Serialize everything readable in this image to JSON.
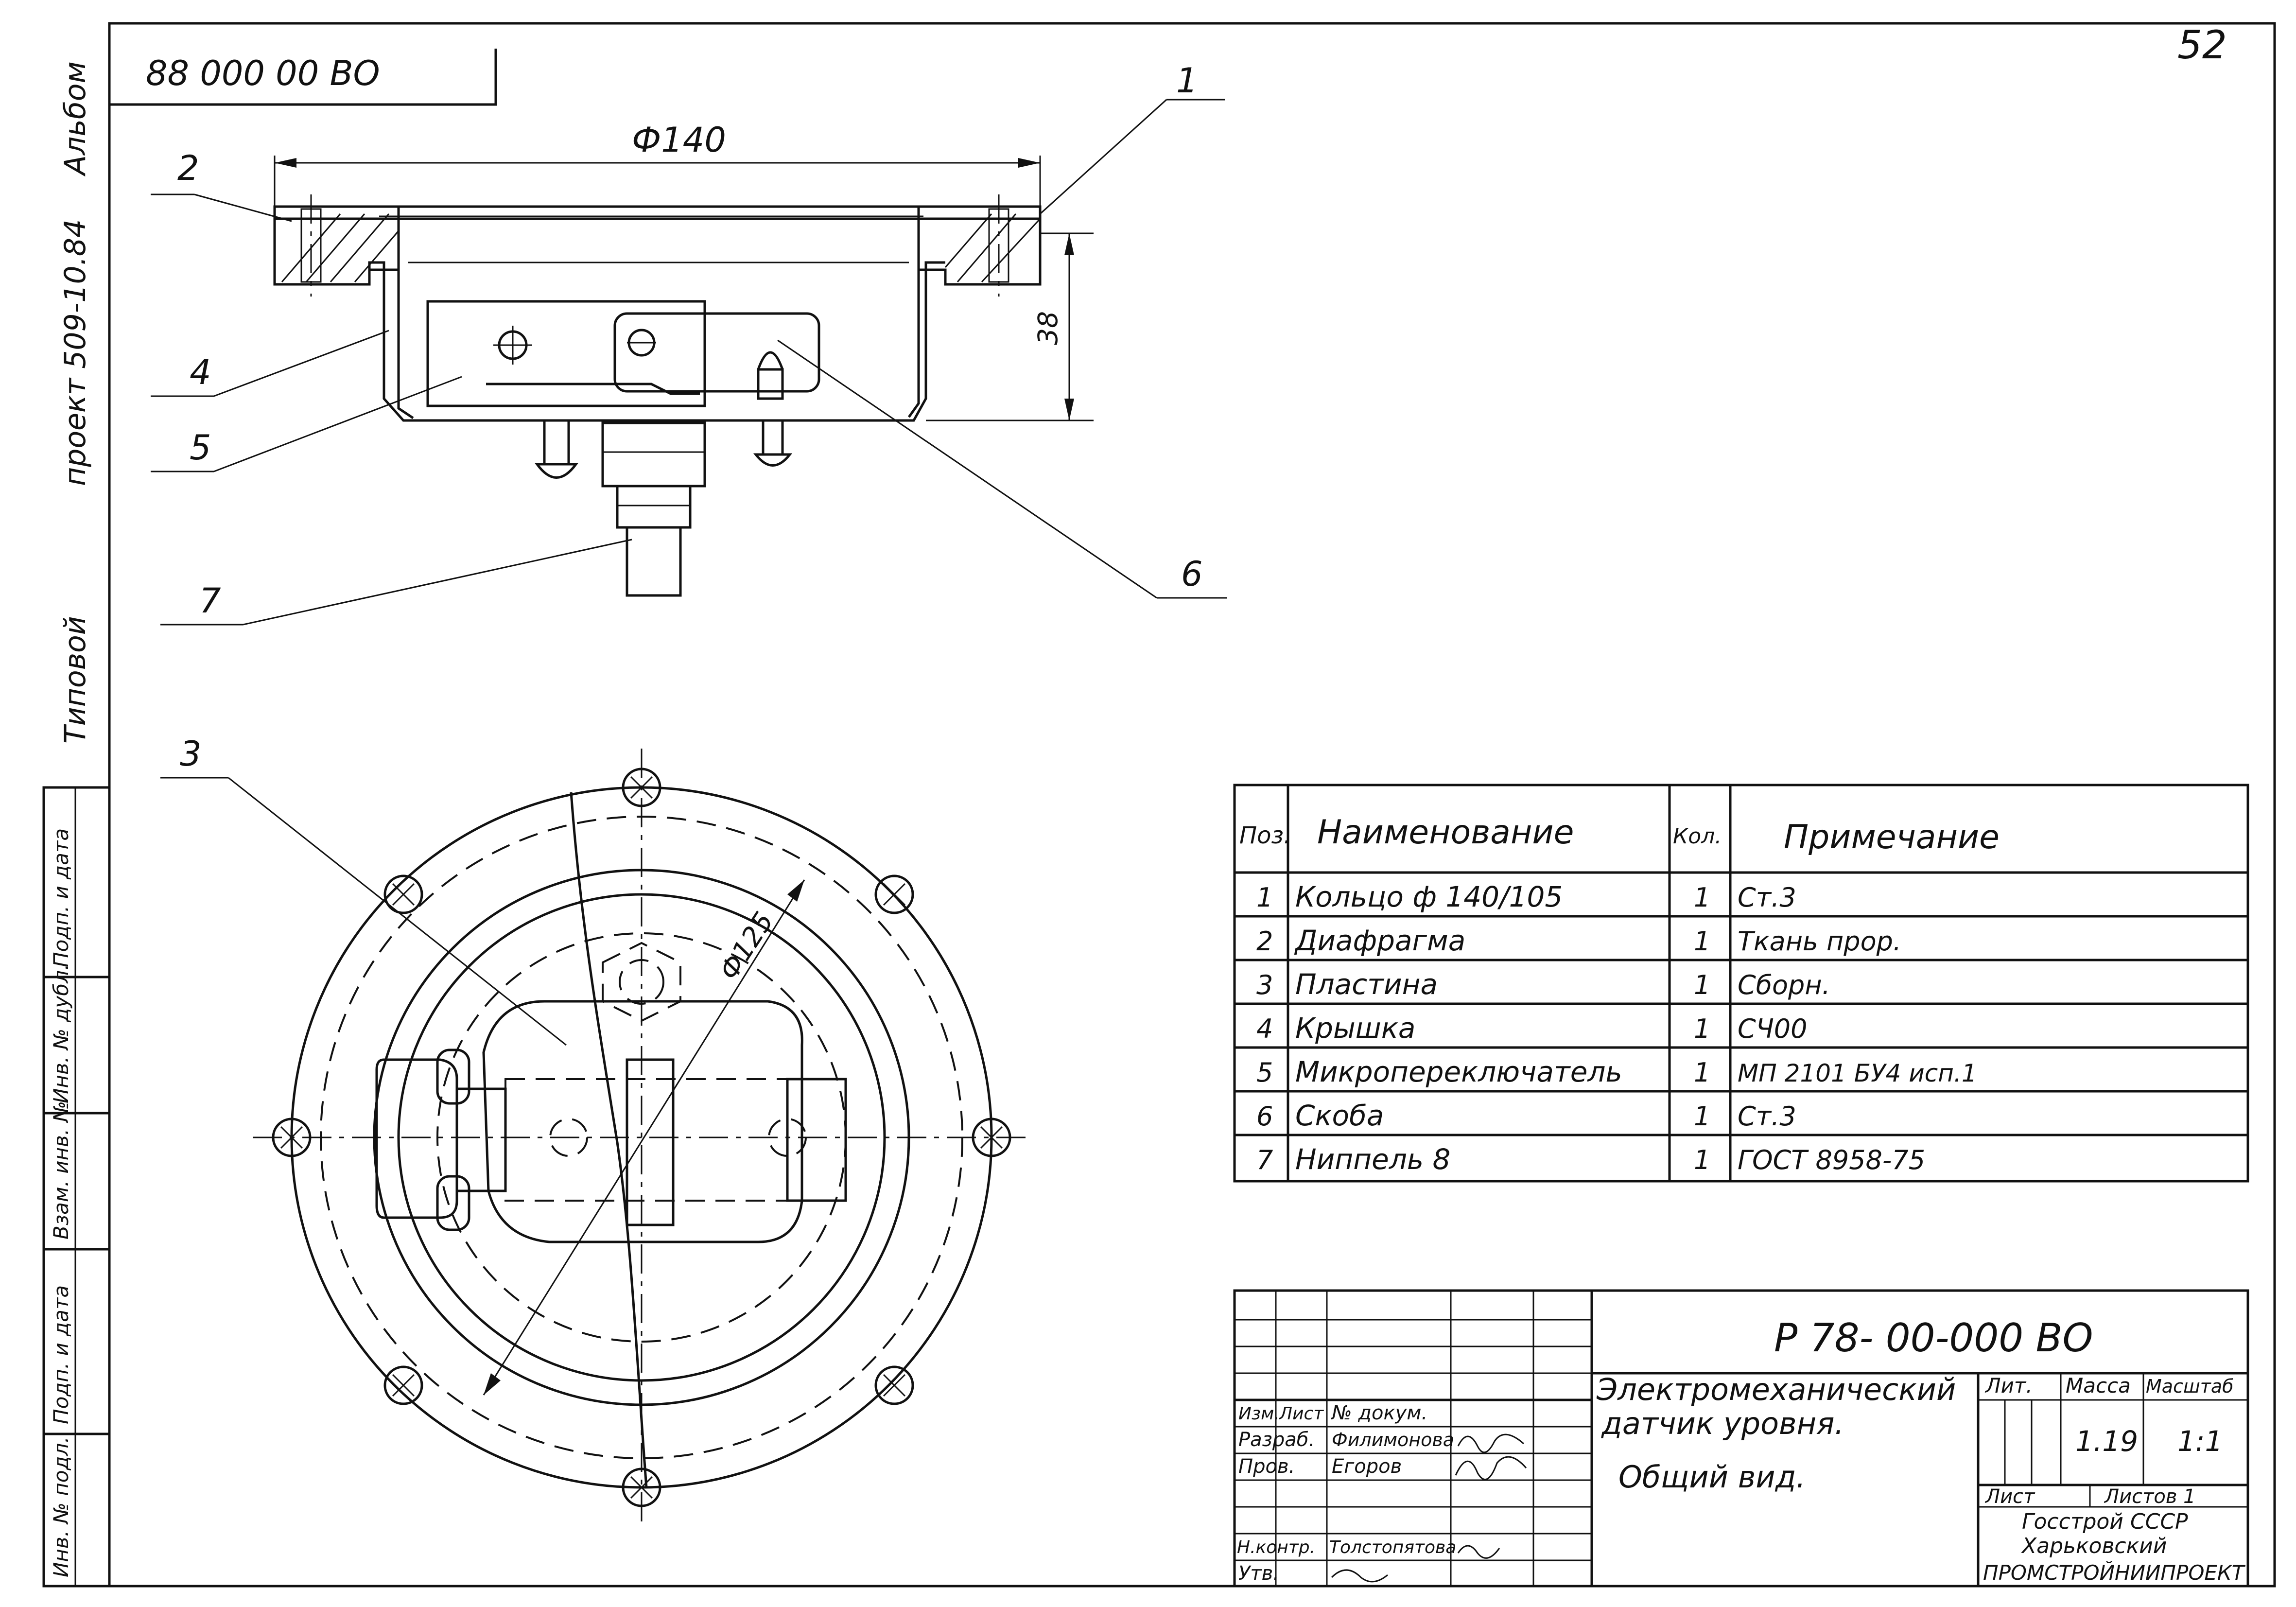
{
  "sheet_number": "52",
  "doc_code_corner": "88 000 00 ВО",
  "margin_label_1": "Альбом",
  "margin_label_2": "проект 509-10.84",
  "margin_label_3": "Типовой",
  "side_stamp": [
    "Подп. и дата",
    "Инв. № дубл.",
    "Взам. инв. №",
    "Подп. и дата",
    "Инв. № подл."
  ],
  "dims": {
    "diameter_top": "Ф140",
    "height": "38",
    "diameter_inner": "Ф125"
  },
  "callouts": [
    "1",
    "2",
    "3",
    "4",
    "5",
    "6",
    "7"
  ],
  "parts_table": {
    "headers": {
      "pos": "Поз.",
      "name": "Наименование",
      "qty": "Кол.",
      "note": "Примечание"
    },
    "rows": [
      {
        "pos": "1",
        "name": "Кольцо ф 140/105",
        "qty": "1",
        "note": "Ст.3"
      },
      {
        "pos": "2",
        "name": "Диафрагма",
        "qty": "1",
        "note": "Ткань прор."
      },
      {
        "pos": "3",
        "name": "Пластина",
        "qty": "1",
        "note": "Сборн."
      },
      {
        "pos": "4",
        "name": "Крышка",
        "qty": "1",
        "note": "СЧ00"
      },
      {
        "pos": "5",
        "name": "Микропереключатель",
        "qty": "1",
        "note": "МП 2101 БУ4 исп.1"
      },
      {
        "pos": "6",
        "name": "Скоба",
        "qty": "1",
        "note": "Ст.3"
      },
      {
        "pos": "7",
        "name": "Ниппель 8",
        "qty": "1",
        "note": "ГОСТ 8958-75"
      }
    ]
  },
  "title_block": {
    "doc_number": "Р 78- 00-000 ВО",
    "title_line1": "Электромеханический",
    "title_line2": "датчик уровня.",
    "title_line3": "Общий вид.",
    "lit_label": "Лит.",
    "mass_label": "Масса",
    "scale_label": "Масштаб",
    "mass": "1.19",
    "scale": "1:1",
    "sheet_label": "Лист",
    "sheets_label": "Листов 1",
    "org_line1": "Госстрой СССР",
    "org_line2": "Харьковский",
    "org_line3": "ПРОМСТРОЙНИИПРОЕКТ",
    "hdr_izm": "Изм.",
    "hdr_list": "Лист",
    "hdr_doc": "№ докум.",
    "role_razrab": "Разраб.",
    "name_razrab": "Филимонова",
    "role_prov": "Пров.",
    "name_prov": "Егоров",
    "role_nkontr": "Н.контр.",
    "name_nkontr": "Толстопятова",
    "role_utv": "Утв."
  }
}
